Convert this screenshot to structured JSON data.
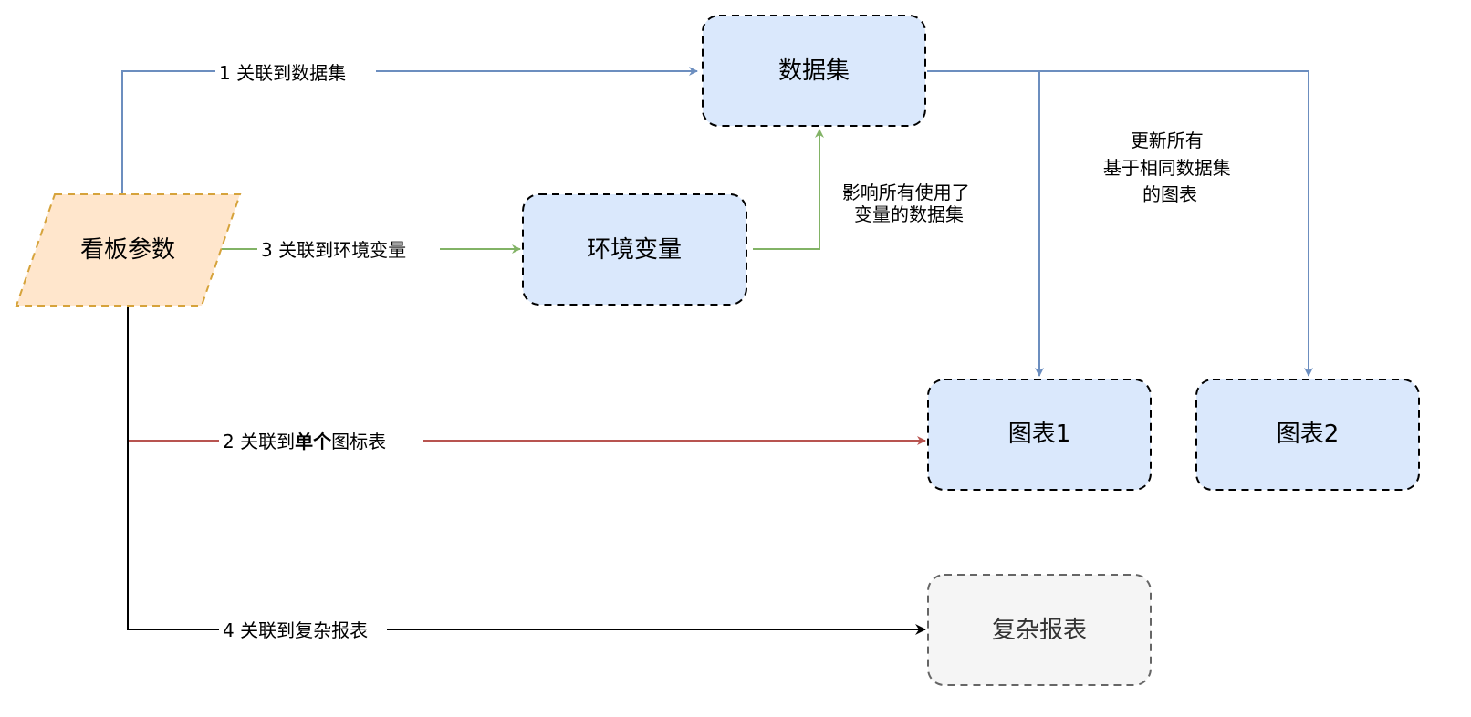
{
  "colors": {
    "blue_edge": "#6c8ebf",
    "green_edge": "#82b366",
    "red_edge": "#b85450",
    "black_edge": "#000000",
    "node_blue_fill": "#dae8fc",
    "node_orange_fill": "#ffe6cc",
    "node_orange_stroke": "#d6a33b",
    "node_gray_fill": "#f5f5f5",
    "node_gray_stroke": "#666666"
  },
  "nodes": {
    "dashboard_params": "看板参数",
    "dataset": "数据集",
    "env_vars": "环境变量",
    "chart1": "图表1",
    "chart2": "图表2",
    "complex_report": "复杂报表"
  },
  "edges": {
    "link_dataset": "1 关联到数据集",
    "link_single_chart_prefix": "2 关联到",
    "link_single_chart_bold": "单个",
    "link_single_chart_suffix": "图标表",
    "link_env_vars": "3 关联到环境变量",
    "link_complex_report": "4 关联到复杂报表"
  },
  "notes": {
    "env_effect": [
      "影响所有使用了",
      "变量的数据集"
    ],
    "dataset_effect": [
      "更新所有",
      "基于相同数据集",
      "的图表"
    ]
  }
}
